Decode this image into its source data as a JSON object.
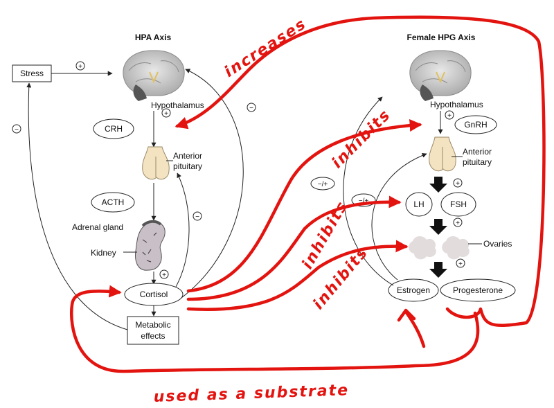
{
  "hpa": {
    "title": "HPA Axis",
    "stress": "Stress",
    "hypothalamus": "Hypothalamus",
    "crh": "CRH",
    "anterior_pituitary": [
      "Anterior",
      "pituitary"
    ],
    "acth": "ACTH",
    "adrenal_gland": "Adrenal gland",
    "kidney": "Kidney",
    "cortisol": "Cortisol",
    "metabolic_effects": [
      "Metabolic",
      "effects"
    ]
  },
  "hpg": {
    "title": "Female HPG Axis",
    "hypothalamus": "Hypothalamus",
    "gnrh": "GnRH",
    "anterior_pituitary": [
      "Anterior",
      "pituitary"
    ],
    "lh": "LH",
    "fsh": "FSH",
    "ovaries": "Ovaries",
    "estrogen": "Estrogen",
    "progesterone": "Progesterone"
  },
  "signs": {
    "plus": "+",
    "minus": "−",
    "minus_plus": "−/+"
  },
  "annotations": {
    "increases": "increases",
    "inhibits": "inhibits",
    "substrate": "used as a substrate"
  },
  "colors": {
    "annotation": "#e3140f",
    "gland": "#f3e3c0",
    "kidney": "#c9bfc6",
    "brain": "#c7c7c7"
  }
}
